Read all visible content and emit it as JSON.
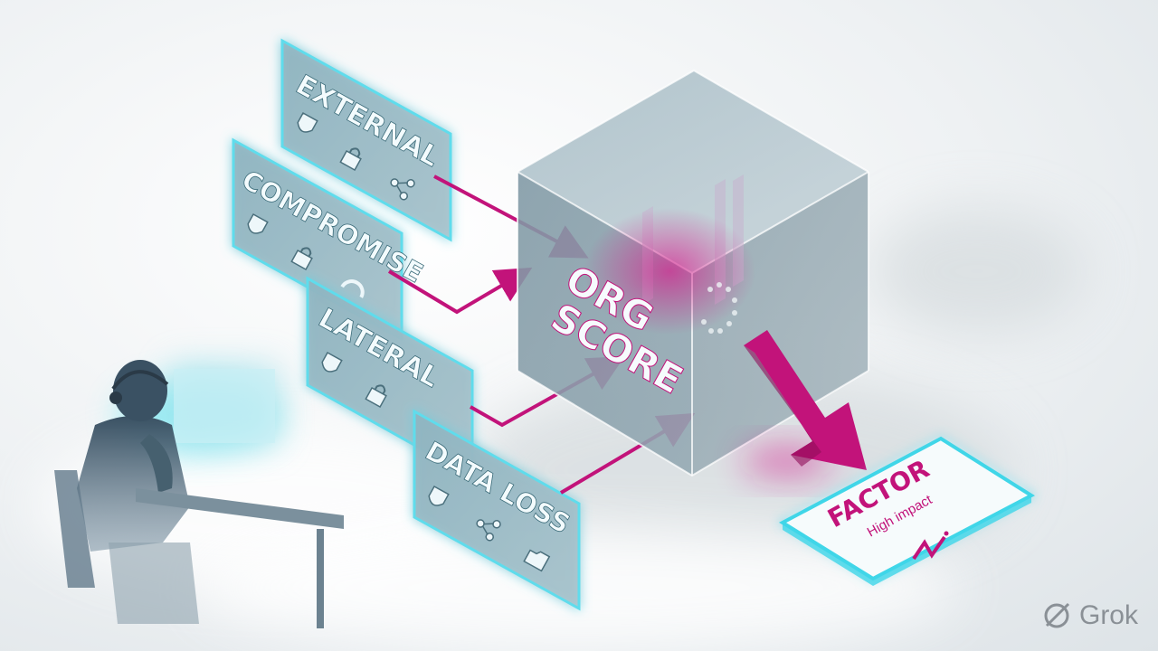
{
  "panels": {
    "external": "EXTERNAL",
    "compromise": "COMPROMISE",
    "lateral": "LATERAL",
    "data_loss": "DATA LOSS"
  },
  "cube": {
    "line1": "ORG",
    "line2": "SCORE"
  },
  "factor": {
    "title": "FACTOR",
    "subtitle": "High impact"
  },
  "watermark": {
    "label": "Grok"
  },
  "colors": {
    "accent": "#c2137a",
    "glow": "#3fd6e8",
    "panel": "#8fb0bb",
    "cube": "#7f97a2",
    "figure": "#3f5566"
  }
}
